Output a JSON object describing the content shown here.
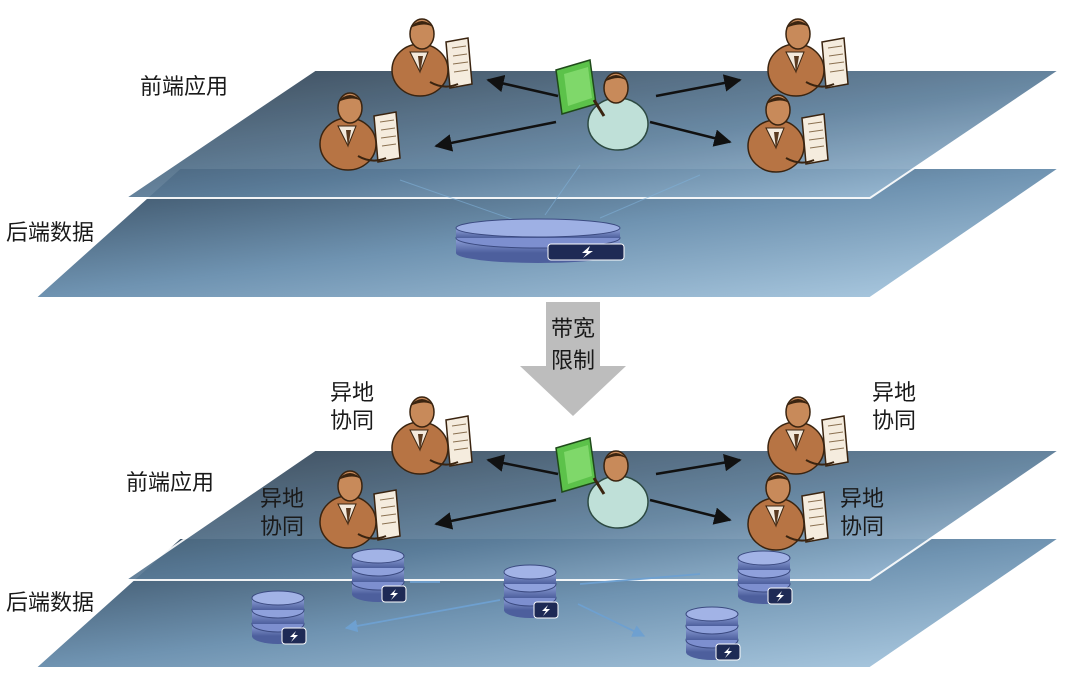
{
  "top_scene": {
    "front_label": "前端应用",
    "back_label": "后端数据"
  },
  "transition": {
    "line1": "带宽",
    "line2": "限制"
  },
  "bottom_scene": {
    "front_label": "前端应用",
    "back_label": "后端数据",
    "site_label_line1": "异地",
    "site_label_line2": "协同"
  },
  "colors": {
    "plane_light": "#9fc1dc",
    "plane_dark": "#2c3d4d",
    "database": "#6f82c4",
    "arrow_gray": "#bdbdbd",
    "person_skin": "#b77444",
    "slide_green": "#5cc24a"
  }
}
